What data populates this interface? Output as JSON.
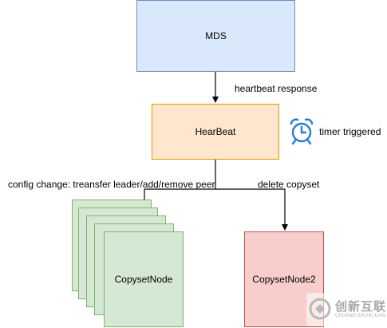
{
  "nodes": {
    "mds": {
      "label": "MDS",
      "fill": "#dae8fc",
      "stroke": "#6c8ebf"
    },
    "heartbeat": {
      "label": "HearBeat",
      "fill": "#ffe6cc",
      "stroke": "#d79b00"
    },
    "copyset_node": {
      "label": "CopysetNode",
      "fill": "#d5e8d4",
      "stroke": "#82b366"
    },
    "copyset_node2": {
      "label": "CopysetNode2",
      "fill": "#f8cecc",
      "stroke": "#b85450"
    }
  },
  "edges": {
    "heartbeat_response": "heartbeat response",
    "timer_triggered": "timer triggered",
    "config_change": "config change: treansfer leader/add/remove peer",
    "delete_copyset": "delete copyset"
  },
  "icons": {
    "timer": "alarm-clock-icon",
    "timer_color": "#2b7bd6"
  },
  "watermark": {
    "name": "创新互联",
    "subtitle": "CHUANG XIN HU LIAN"
  }
}
